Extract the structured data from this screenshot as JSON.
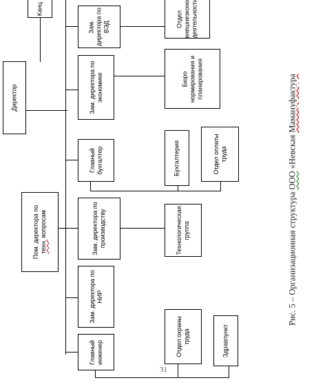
{
  "org_chart": {
    "director": "Директор",
    "kanc": "Канц",
    "deputy_ved": "Зам. директора по ВЭД",
    "foreign_dept": "Отдел внешнеэкономической деятельности",
    "deputy_econ": "Зам. директора по экономике",
    "bureau_norm": "Бюро нормирования и планирования",
    "chief_accountant": "Главный бухгалтер",
    "accounting": "Бухгалтерия",
    "labor_pay_dept": "Отдел оплаты труда",
    "assistant_director_a": "Пом. директора по",
    "assistant_director_b": "техн.",
    "assistant_director_c": "вопросам",
    "deputy_production": "Зам. директора по производству",
    "tech_group": "Технологическая группа",
    "deputy_nir": "Зам. директора по НИР",
    "chief_engineer": "Главный инженер",
    "labor_safety": "Отдел охраны труда",
    "health_center": "Здравпункт"
  },
  "caption": {
    "prefix": "Рис. 5 – Организационная структура ",
    "ooo": "ООО",
    "mid": " «Невская ",
    "brand": "Мамануфактура"
  },
  "page_number": "31"
}
